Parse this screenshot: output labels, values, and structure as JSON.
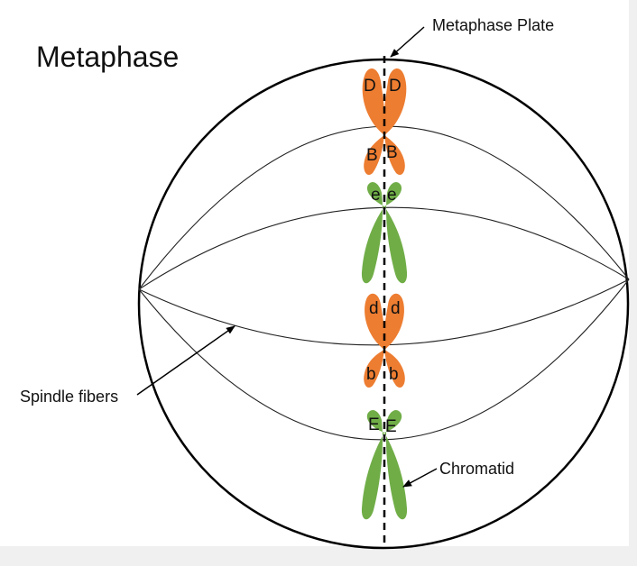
{
  "title": "Metaphase",
  "labels": {
    "metaphase_plate": "Metaphase Plate",
    "spindle_fibers": "Spindle fibers",
    "chromatid": "Chromatid"
  },
  "colors": {
    "orange_chromosome": "#ED7D31",
    "green_chromosome": "#70AD47",
    "outline": "#000000"
  },
  "chromosomes": [
    {
      "color": "orange",
      "alleles": {
        "top_left": "D",
        "top_right": "D",
        "bottom_left": "B",
        "bottom_right": "B"
      }
    },
    {
      "color": "green",
      "alleles": {
        "top_left": "e",
        "top_right": "e"
      }
    },
    {
      "color": "orange",
      "alleles": {
        "top_left": "d",
        "top_right": "d",
        "bottom_left": "b",
        "bottom_right": "b"
      }
    },
    {
      "color": "green",
      "alleles": {
        "top_left": "E",
        "top_right": "E"
      }
    }
  ]
}
